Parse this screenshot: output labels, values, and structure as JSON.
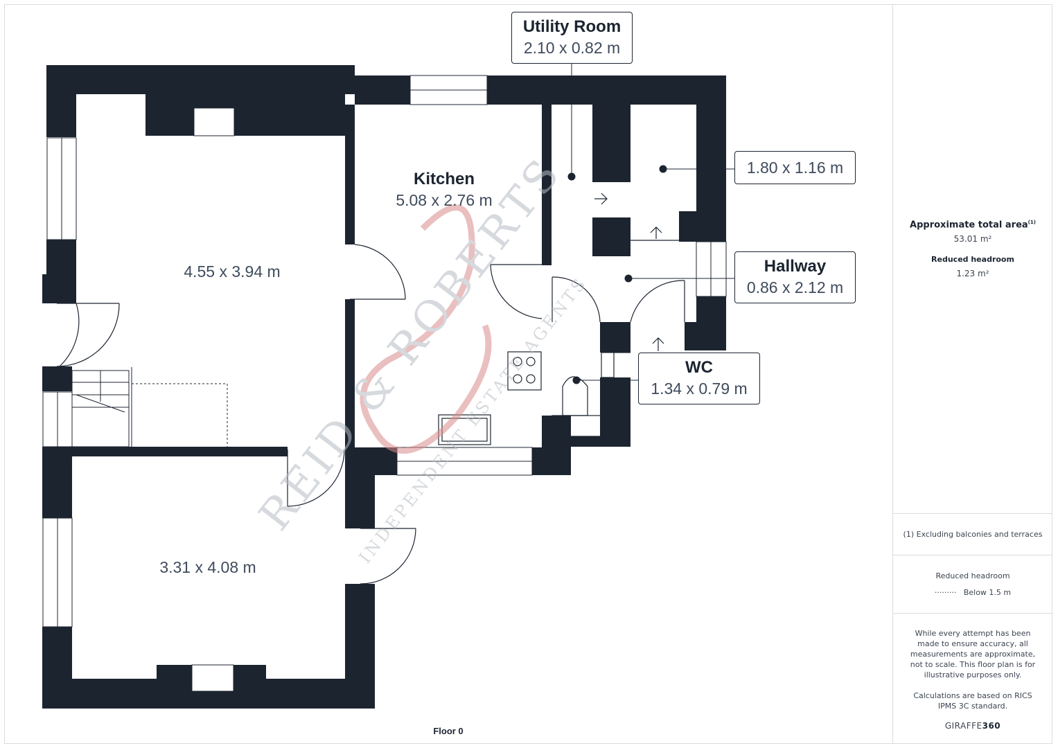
{
  "rooms": {
    "utility": {
      "name": "Utility Room",
      "dims": "2.10 x 0.82 m"
    },
    "store": {
      "dims": "1.80 x 1.16 m"
    },
    "hallway": {
      "name": "Hallway",
      "dims": "0.86 x 2.12 m"
    },
    "wc": {
      "name": "WC",
      "dims": "1.34 x 0.79 m"
    },
    "kitchen": {
      "name": "Kitchen",
      "dims": "5.08 x 2.76 m"
    },
    "living": {
      "dims": "4.55 x 3.94 m"
    },
    "front_room": {
      "dims": "3.31 x 4.08 m"
    }
  },
  "floor_label": "Floor 0",
  "watermark": {
    "main": "REID & ROBERTS",
    "sub": "INDEPENDENT ESTATE AGENTS"
  },
  "sidebar": {
    "area_title": "Approximate total area",
    "area_sup": "(1)",
    "area_value": "53.01 m²",
    "headroom_title": "Reduced headroom",
    "headroom_value": "1.23 m²",
    "footnote": "(1) Excluding balconies and terraces",
    "legend_title": "Reduced headroom",
    "legend_symbol": "·········",
    "legend_value": "Below 1.5 m",
    "disclaimer": "While every attempt has been made to ensure accuracy, all measurements are approximate, not to scale. This floor plan is for illustrative purposes only.",
    "calc_note": "Calculations are based on RICS IPMS 3C standard.",
    "brand_light": "GIRAFFE",
    "brand_bold": "360"
  },
  "colors": {
    "wall": "#1c2430",
    "accent": "#d98b8b",
    "watermark_grey": "#c8ccd2"
  }
}
